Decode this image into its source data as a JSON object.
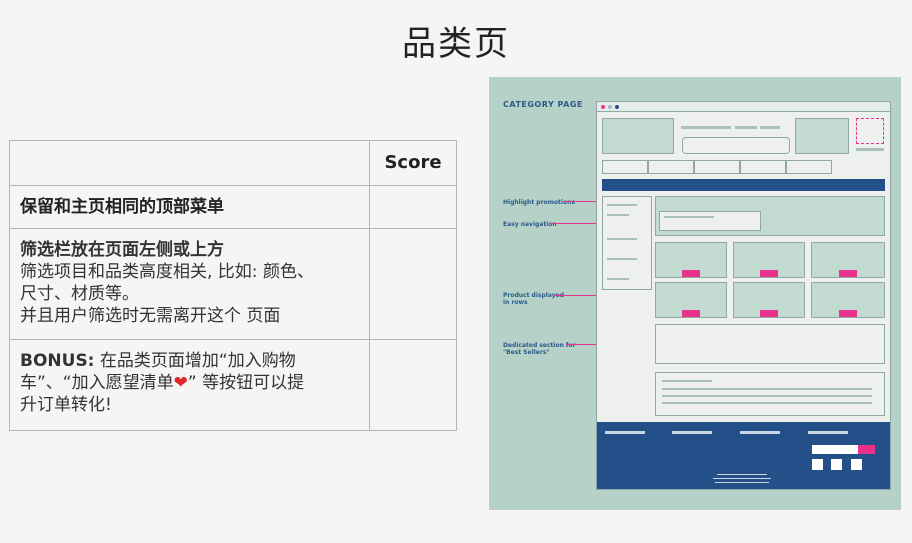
{
  "page_title": "品类页",
  "table": {
    "header_score": "Score",
    "rows": [
      {
        "heading": "保留和主页相同的顶部菜单",
        "lines": []
      },
      {
        "heading": "筛选栏放在页面左侧或上方",
        "lines": [
          "筛选项目和品类高度相关, 比如: 颜色、",
          "尺寸、材质等。",
          "并且用户筛选时无需离开这个 页面"
        ]
      },
      {
        "bonus_label": "BONUS:",
        "bonus_text_1": " 在品类页面增加“加入购物",
        "bonus_text_2": "车”、“加入愿望清单",
        "bonus_text_3": "” 等按钮可以提",
        "bonus_text_4": "升订单转化!"
      }
    ]
  },
  "wireframe": {
    "title": "CATEGORY PAGE",
    "annotations": {
      "highlight": "Highlight promotions",
      "nav": "Easy navigation",
      "products_1": "Product displayed",
      "products_2": "in rows",
      "bestsellers_1": "Dedicated section for",
      "bestsellers_2": "\"Best Sellers\""
    },
    "colors": {
      "background": "#b6d1c7",
      "accent": "#e8328c",
      "footer": "#235088"
    }
  }
}
